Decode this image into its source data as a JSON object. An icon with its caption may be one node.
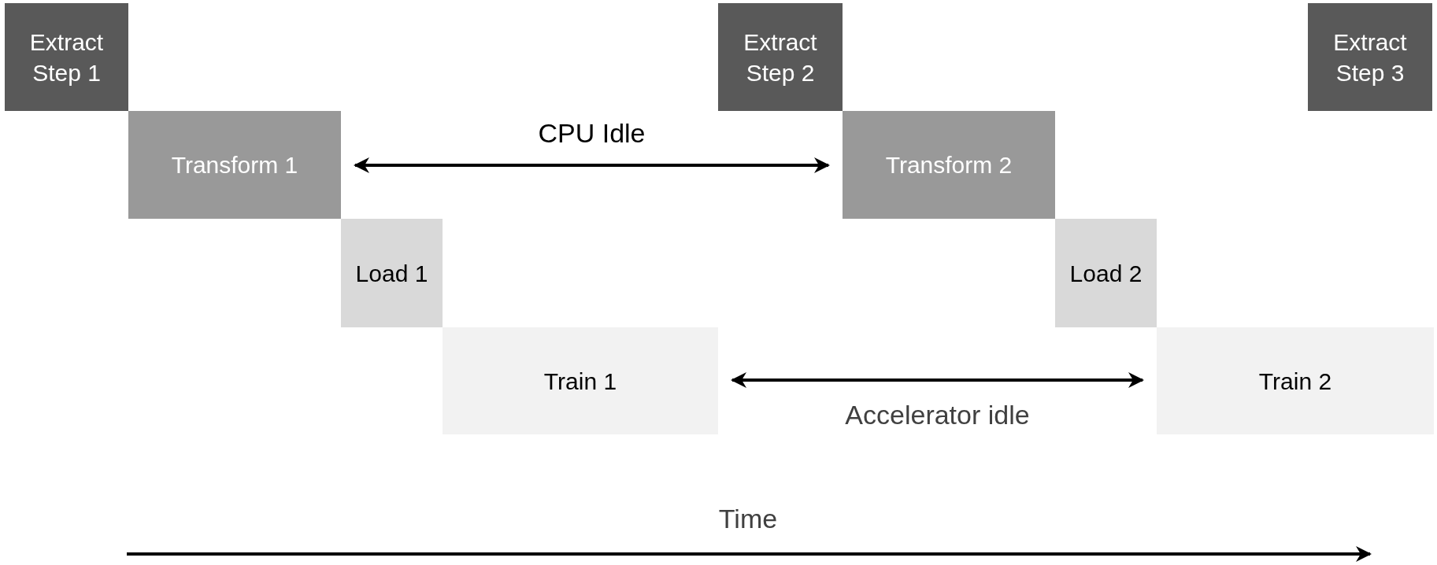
{
  "diagram": {
    "nodes": [
      {
        "text": [
          "Extract Step 1"
        ]
      },
      {
        "text": [
          "Transform 1"
        ]
      },
      {
        "text": [
          "Load 1"
        ]
      },
      {
        "text": [
          "Train 1"
        ]
      },
      {
        "text": [
          "Extract Step 2"
        ]
      },
      {
        "text": [
          "Transform 2"
        ]
      },
      {
        "text": [
          "Load 2"
        ]
      },
      {
        "text": [
          "Train 2"
        ]
      },
      {
        "text": [
          "Extract Step 3"
        ]
      }
    ],
    "edges": [
      {
        "from": 1,
        "to": 5,
        "arrow": "both",
        "label": "CPU Idle"
      },
      {
        "from": 3,
        "to": 7,
        "arrow": "both",
        "label": "Accelerator idle"
      }
    ],
    "labels": [
      "Time"
    ]
  }
}
